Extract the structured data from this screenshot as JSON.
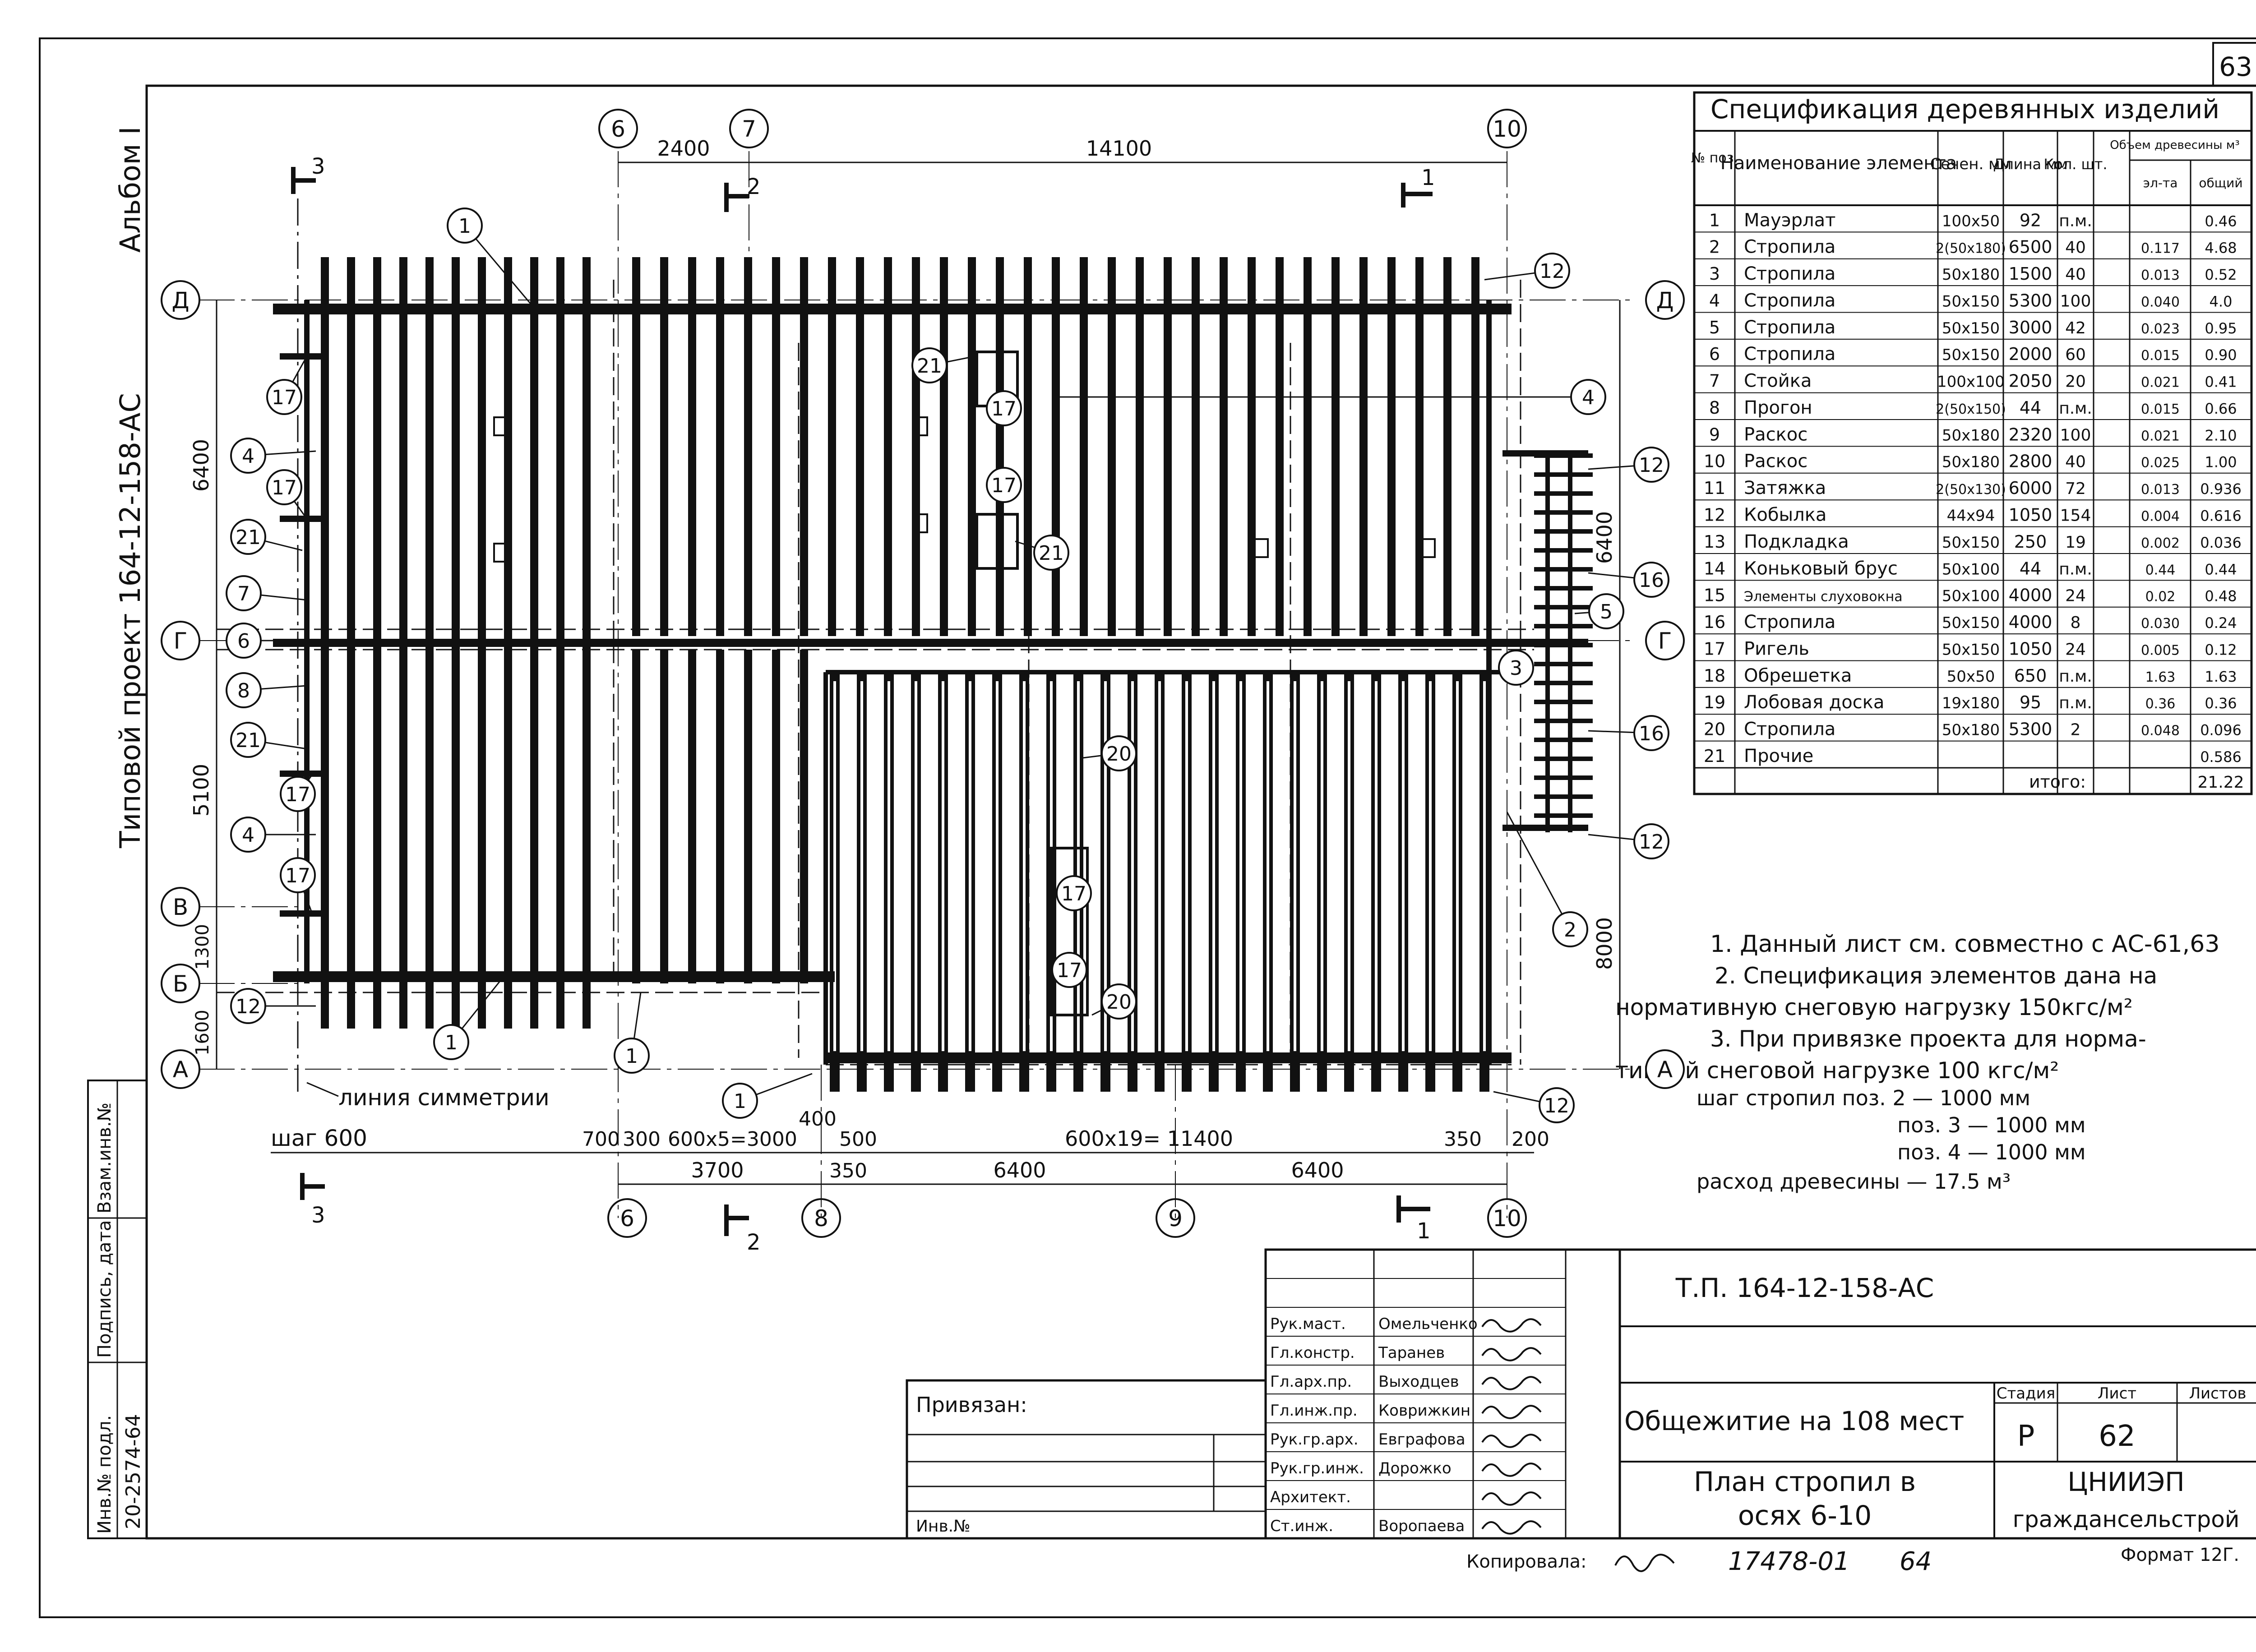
{
  "sheet": {
    "page_number": "63",
    "album_label": "Альбом I",
    "typical_project_label": "Типовой проект 164-12-158-АС"
  },
  "spec": {
    "title": "Спецификация деревянных изделий",
    "headers": {
      "num": "№ поз.",
      "name": "Наименование элемента",
      "section": "Сечен. мм",
      "length": "Длина мм",
      "qty": "Кол. шт.",
      "volume": "Объем древесины м³",
      "vol_unit": "эл-та",
      "vol_total": "общий"
    },
    "rows": [
      [
        "1",
        "Мауэрлат",
        "100x50",
        "92",
        "п.м.",
        "",
        "0.46"
      ],
      [
        "2",
        "Стропила",
        "2(50x180)",
        "6500",
        "40",
        "0.117",
        "4.68"
      ],
      [
        "3",
        "Стропила",
        "50x180",
        "1500",
        "40",
        "0.013",
        "0.52"
      ],
      [
        "4",
        "Стропила",
        "50x150",
        "5300",
        "100",
        "0.040",
        "4.0"
      ],
      [
        "5",
        "Стропила",
        "50x150",
        "3000",
        "42",
        "0.023",
        "0.95"
      ],
      [
        "6",
        "Стропила",
        "50x150",
        "2000",
        "60",
        "0.015",
        "0.90"
      ],
      [
        "7",
        "Стойка",
        "100x100",
        "2050",
        "20",
        "0.021",
        "0.41"
      ],
      [
        "8",
        "Прогон",
        "2(50x150)",
        "44",
        "п.м.",
        "0.015",
        "0.66"
      ],
      [
        "9",
        "Раскос",
        "50x180",
        "2320",
        "100",
        "0.021",
        "2.10"
      ],
      [
        "10",
        "Раскос",
        "50x180",
        "2800",
        "40",
        "0.025",
        "1.00"
      ],
      [
        "11",
        "Затяжка",
        "2(50x130)",
        "6000",
        "72",
        "0.013",
        "0.936"
      ],
      [
        "12",
        "Кобылка",
        "44x94",
        "1050",
        "154",
        "0.004",
        "0.616"
      ],
      [
        "13",
        "Подкладка",
        "50x150",
        "250",
        "19",
        "0.002",
        "0.036"
      ],
      [
        "14",
        "Коньковый брус",
        "50x100",
        "44",
        "п.м.",
        "0.44",
        "0.44"
      ],
      [
        "15",
        "Элементы слуховокна",
        "50x100",
        "4000",
        "24",
        "0.02",
        "0.48"
      ],
      [
        "16",
        "Стропила",
        "50x150",
        "4000",
        "8",
        "0.030",
        "0.24"
      ],
      [
        "17",
        "Ригель",
        "50x150",
        "1050",
        "24",
        "0.005",
        "0.12"
      ],
      [
        "18",
        "Обрешетка",
        "50x50",
        "650",
        "п.м.",
        "1.63",
        "1.63"
      ],
      [
        "19",
        "Лобовая доска",
        "19x180",
        "95",
        "п.м.",
        "0.36",
        "0.36"
      ],
      [
        "20",
        "Стропила",
        "50x180",
        "5300",
        "2",
        "0.048",
        "0.096"
      ],
      [
        "21",
        "Прочие",
        "",
        "",
        "",
        "",
        "0.586"
      ]
    ],
    "total_label": "итого:",
    "total_value": "21.22"
  },
  "notes": [
    "1. Данный лист см. совместно с АС-61,63",
    "2. Спецификация элементов дана на",
    "нормативную снеговую нагрузку 150кгс/м²",
    "3. При привязке проекта для норма-",
    "тивной снеговой нагрузке 100 кгс/м²",
    "шаг стропил поз. 2 — 1000 мм",
    "поз. 3 — 1000 мм",
    "поз. 4 — 1000 мм",
    "расход древесины — 17.5 м³"
  ],
  "plan": {
    "axes_top": [
      "6",
      "7",
      "10"
    ],
    "axes_bottom": [
      "6",
      "8",
      "9",
      "10"
    ],
    "axes_left": [
      "Д",
      "Г",
      "В",
      "Б",
      "А"
    ],
    "axes_right": [
      "Д",
      "Г",
      "А"
    ],
    "dims_top": [
      "2400",
      "14100"
    ],
    "dims_left": [
      "6400",
      "5100",
      "1300",
      "1600"
    ],
    "dims_right": [
      "6400",
      "8000"
    ],
    "dims_bottom_row1": [
      "шаг 600",
      "700",
      "300",
      "600x5=3000",
      "500",
      "600x19= 11400",
      "350",
      "200"
    ],
    "dims_bottom_row2": [
      "3700",
      "350",
      "6400",
      "6400"
    ],
    "dim_400": "400",
    "symmetry_label": "линия симметрии",
    "section_marks": [
      "3",
      "2",
      "1",
      "3",
      "2",
      "1"
    ],
    "callouts": [
      "1",
      "12",
      "17",
      "4",
      "17",
      "21",
      "7",
      "6",
      "8",
      "21",
      "17",
      "4",
      "17",
      "12",
      "1",
      "1",
      "1",
      "21",
      "17",
      "17",
      "21",
      "4",
      "12",
      "16",
      "5",
      "3",
      "16",
      "12",
      "2",
      "20",
      "17",
      "17",
      "20",
      "12",
      "12"
    ]
  },
  "title_block": {
    "doc_code": "Т.П. 164-12-158-АС",
    "object_name": "Общежитие на 108 мест",
    "sheet_name_line1": "План стропил в",
    "sheet_name_line2": "осях 6-10",
    "stage_label": "Стадия",
    "sheet_label": "Лист",
    "sheets_label": "Листов",
    "stage_value": "Р",
    "sheet_value": "62",
    "organization_line1": "ЦНИИЭП",
    "organization_line2": "граждансельстрой",
    "bound_label": "Привязан:",
    "inv_label": "Инв.№",
    "roles": [
      "Рук.маст.",
      "Гл.констр.",
      "Гл.арх.пр.",
      "Гл.инж.пр.",
      "Рук.гр.арх.",
      "Рук.гр.инж.",
      "Архитект.",
      "Ст.инж."
    ],
    "names": [
      "Омельченко",
      "Таранев",
      "Выходцев",
      "Коврижкин",
      "Евграфова",
      "Дорожко",
      "",
      "Воропаева"
    ],
    "copied_label": "Копировала:",
    "order_number": "17478-01",
    "order_page": "64",
    "format_label": "Формат 12Г."
  },
  "side_stamp": {
    "inv_podl": "Инв.№ подл.",
    "sign_date": "Подпись, дата",
    "vzam_inv": "Взам.инв.№",
    "inv_value": "20-2574-64"
  }
}
